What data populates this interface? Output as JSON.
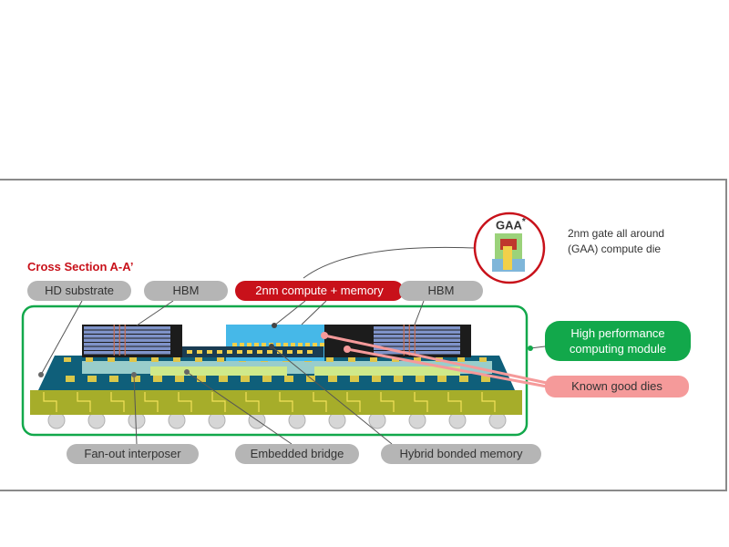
{
  "title": "Cross Section A-A’",
  "top_labels": {
    "hd_substrate": "HD substrate",
    "hbm_left": "HBM",
    "compute_memory": "2nm compute + memory",
    "hbm_right": "HBM"
  },
  "bottom_labels": {
    "fan_out_interposer": "Fan-out interposer",
    "embedded_bridge": "Embedded bridge",
    "hybrid_bonded_memory": "Hybrid bonded memory"
  },
  "right_labels": {
    "hpc_module_line1": "High performance",
    "hpc_module_line2": "computing module",
    "known_good_dies": "Known good dies"
  },
  "gaa_callout": {
    "badge": "GAA",
    "superscript": "*",
    "description_line1": "2nm gate all around",
    "description_line2": "(GAA) compute die"
  },
  "colors": {
    "title_red": "#c8111a",
    "compute_pill": "#c8111a",
    "module_pill": "#12a84b",
    "module_border": "#12a84b",
    "known_good_pill": "#f59a9a",
    "gray_pill": "#b5b5b5",
    "substrate": "#a6ad2a",
    "interposer": "#0f5f7a",
    "hbm_stack": "#7f93c9",
    "compute_die": "#46b8e8"
  }
}
